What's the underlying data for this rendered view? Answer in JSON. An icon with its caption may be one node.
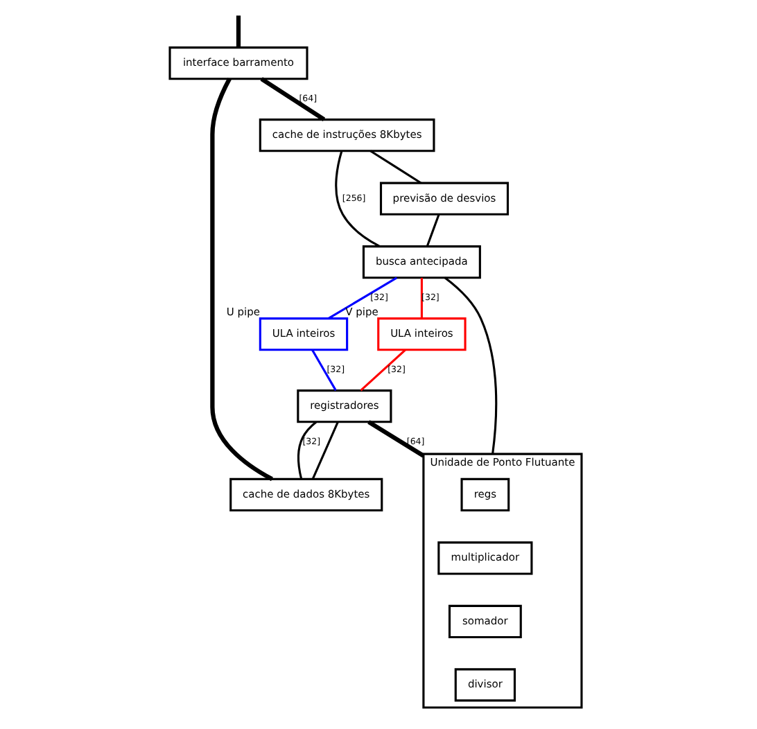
{
  "diagram": {
    "nodes": [
      {
        "text": [
          "interface barramento"
        ]
      },
      {
        "text": [
          "cache de instruções 8Kbytes"
        ]
      },
      {
        "text": [
          "previsão de desvios"
        ]
      },
      {
        "text": [
          "busca antecipada"
        ]
      },
      {
        "text": [
          "ULA inteiros"
        ],
        "beside": [
          "U pipe"
        ]
      },
      {
        "text": [
          "ULA inteiros"
        ],
        "beside": [
          "V pipe"
        ]
      },
      {
        "text": [
          "registradores"
        ]
      },
      {
        "text": [
          "cache de dados 8Kbytes"
        ]
      },
      {
        "text": [
          "Unidade de Ponto Flutuante"
        ]
      },
      {
        "text": [
          "regs"
        ],
        "in": 8
      },
      {
        "text": [
          "multiplicador"
        ],
        "in": 8
      },
      {
        "text": [
          "somador"
        ],
        "in": 8
      },
      {
        "text": [
          "divisor"
        ],
        "in": 8
      }
    ],
    "edges": [
      {
        "from": null,
        "to": 0,
        "arrow": "none",
        "style": "thick"
      },
      {
        "from": 0,
        "to": 1,
        "arrow": "none",
        "label": "[64]",
        "style": "thick"
      },
      {
        "from": 0,
        "to": 7,
        "arrow": "none",
        "style": "thick"
      },
      {
        "from": 1,
        "to": 2,
        "arrow": "none"
      },
      {
        "from": 1,
        "to": 3,
        "arrow": "none",
        "label": "[256]"
      },
      {
        "from": 2,
        "to": 3,
        "arrow": "none"
      },
      {
        "from": 3,
        "to": 8,
        "arrow": "none"
      },
      {
        "from": 3,
        "to": 4,
        "arrow": "none",
        "label": "[32]",
        "color": "#0000ff"
      },
      {
        "from": 3,
        "to": 5,
        "arrow": "none",
        "label": "[32]",
        "color": "#ff0000"
      },
      {
        "from": 4,
        "to": 6,
        "arrow": "none",
        "label": "[32]",
        "color": "#0000ff"
      },
      {
        "from": 5,
        "to": 6,
        "arrow": "none",
        "label": "[32]",
        "color": "#ff0000"
      },
      {
        "from": 6,
        "to": 7,
        "arrow": "none",
        "label": "[32]"
      },
      {
        "from": 6,
        "to": 7,
        "arrow": "none"
      },
      {
        "from": 6,
        "to": 8,
        "arrow": "none",
        "label": "[64]",
        "style": "thick"
      }
    ]
  }
}
